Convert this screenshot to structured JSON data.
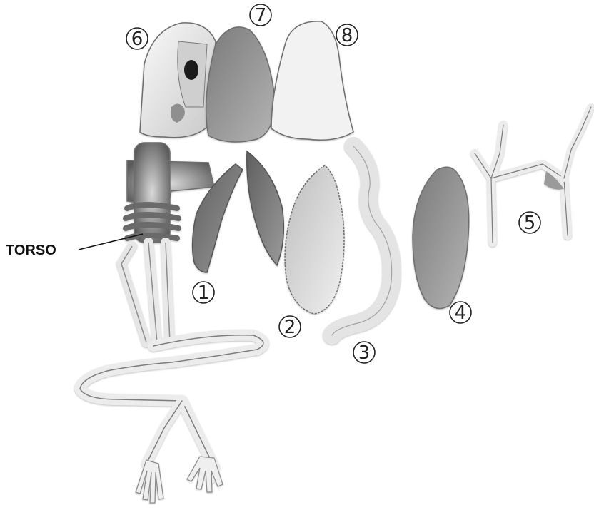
{
  "labels": {
    "torso": "TORSO",
    "part_1": "1",
    "part_2": "2",
    "part_3": "3",
    "part_4": "4",
    "part_5": "5",
    "part_6": "6",
    "part_7": "7",
    "part_8": "8"
  },
  "colors": {
    "bone_light": "#f2f2f2",
    "bone_mid": "#cfcfcf",
    "bone_dark": "#8a8a8a",
    "organ_dark": "#7c7c7c",
    "organ_mid": "#9b9b9b",
    "outline": "#6e6e6e"
  }
}
